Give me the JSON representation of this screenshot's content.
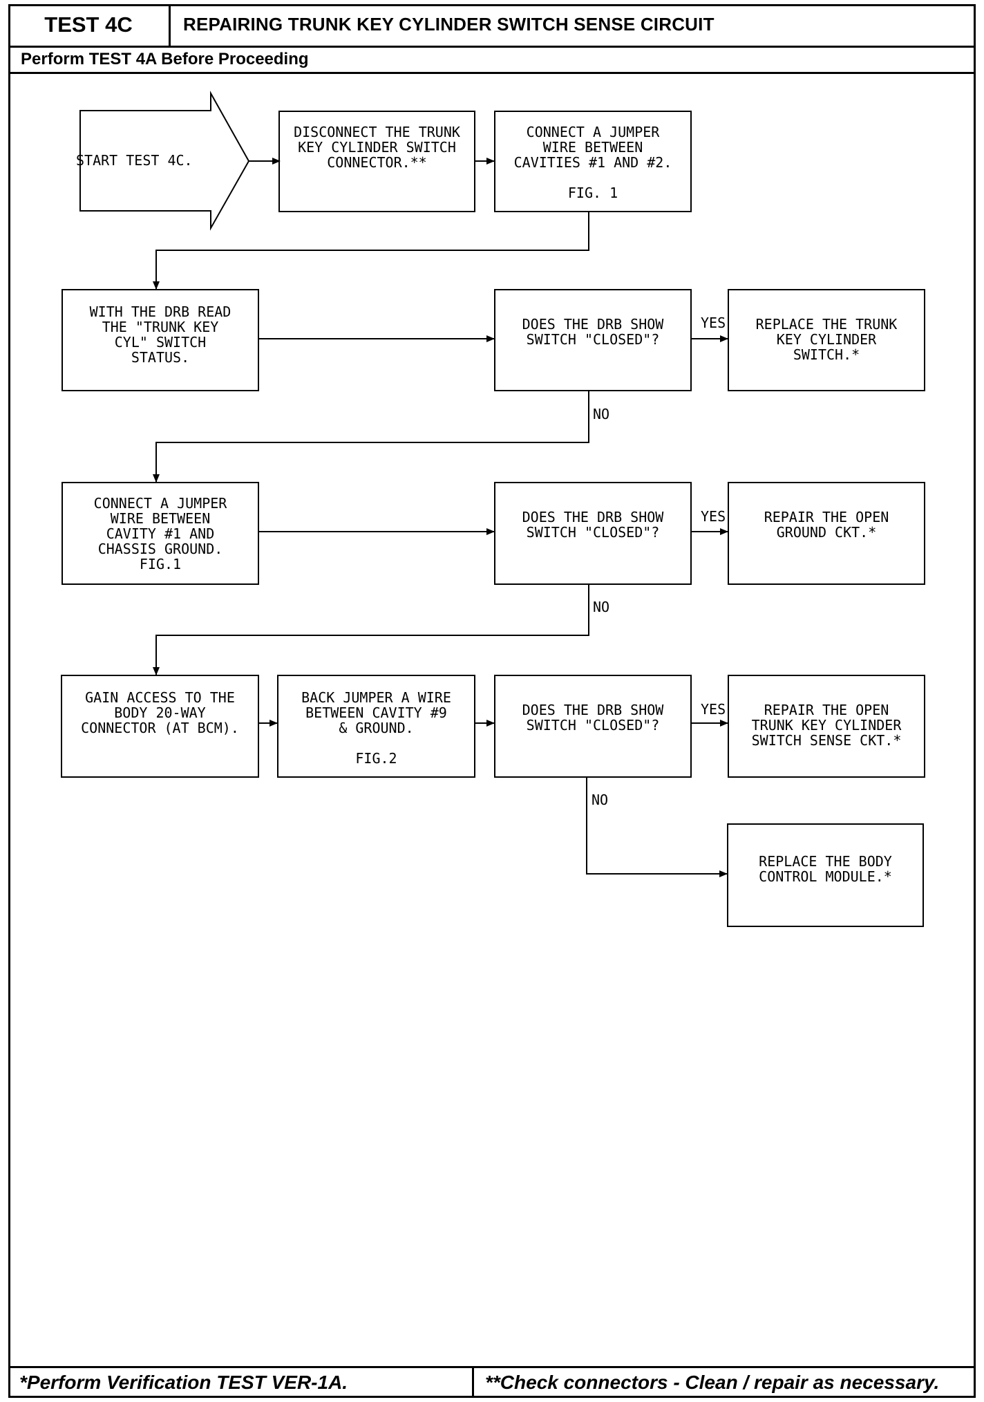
{
  "header": {
    "test_id": "TEST 4C",
    "title": "REPAIRING TRUNK KEY CYLINDER SWITCH SENSE CIRCUIT",
    "prerequisite": "Perform TEST 4A Before Proceeding"
  },
  "flowchart": {
    "start": "START TEST 4C.",
    "steps": {
      "disconnect": "DISCONNECT THE TRUNK\nKEY CYLINDER SWITCH\nCONNECTOR.**",
      "jumper_cavities": "CONNECT A JUMPER\nWIRE BETWEEN\nCAVITIES #1 AND #2.\n\nFIG. 1",
      "read_drb": "WITH THE DRB READ\nTHE \"TRUNK KEY\nCYL\" SWITCH\nSTATUS.",
      "question_1": "DOES THE DRB SHOW\nSWITCH \"CLOSED\"?",
      "replace_switch": "REPLACE THE TRUNK\nKEY CYLINDER\nSWITCH.*",
      "jumper_ground": "CONNECT A JUMPER\nWIRE BETWEEN\nCAVITY #1 AND\nCHASSIS GROUND.\nFIG.1",
      "question_2": "DOES THE DRB SHOW\nSWITCH \"CLOSED\"?",
      "repair_ground": "REPAIR THE OPEN\nGROUND CKT.*",
      "gain_access": "GAIN ACCESS TO THE\nBODY 20-WAY\nCONNECTOR (AT BCM).",
      "back_jumper": "BACK JUMPER A WIRE\nBETWEEN CAVITY #9\n& GROUND.\n\nFIG.2",
      "question_3": "DOES THE DRB SHOW\nSWITCH \"CLOSED\"?",
      "repair_sense": "REPAIR THE OPEN\nTRUNK KEY CYLINDER\nSWITCH SENSE CKT.*",
      "replace_bcm": "REPLACE THE BODY\nCONTROL MODULE.*"
    },
    "labels": {
      "yes": "YES",
      "no": "NO"
    }
  },
  "footer": {
    "left": "*Perform Verification TEST VER-1A.",
    "right": "**Check connectors - Clean / repair as necessary."
  }
}
